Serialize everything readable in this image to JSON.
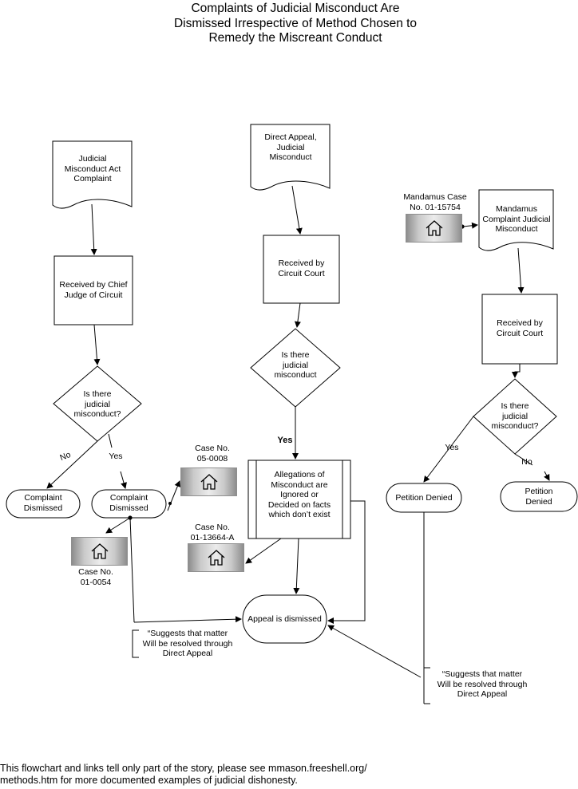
{
  "title": "Complaints of Judicial Misconduct Are\nDismissed Irrespective of Method Chosen to\nRemedy the Miscreant Conduct",
  "left_column": {
    "document": "Judicial\nMisconduct Act\nComplaint",
    "received": "Received by Chief\nJudge of Circuit",
    "decision": "Is there\njudicial\nmisconduct?",
    "no_label": "No",
    "yes_label": "Yes",
    "dismissed_no": "Complaint\nDismissed",
    "dismissed_yes": "Complaint\nDismissed",
    "case_top": "Case No.\n05-0008",
    "case_bottom": "Case No.\n01-0054",
    "suggestion": "“Suggests that matter\nWill be resolved through\nDirect Appeal"
  },
  "middle_column": {
    "document": "Direct Appeal,\nJudicial\nMisconduct",
    "received": "Received by\nCircuit Court",
    "decision": "Is there\njudicial\nmisconduct",
    "yes_label": "Yes",
    "process": "Allegations of\nMisconduct are\nIgnored or\nDecided on facts\nwhich don’t exist",
    "case": "Case No.\n01-13664-A",
    "appeal_dismissed": "Appeal is dismissed"
  },
  "right_column": {
    "case": "Mandamus Case\nNo. 01-15754",
    "document": "Mandamus\nComplaint Judicial\nMisconduct",
    "received": "Received by\nCircuit Court",
    "decision": "Is there\njudicial\nmisconduct?",
    "yes_label": "Yes",
    "no_label": "No",
    "petition_yes": "Petition Denied",
    "petition_no": "Petition\nDenied",
    "suggestion": "“Suggests that matter\nWill be resolved through\nDirect Appeal"
  },
  "icons": {
    "link_button": "home-icon"
  },
  "footer": "This flowchart and links tell only part of the story, please see mmason.freeshell.org/\nmethods.htm for more documented examples of judicial dishonesty."
}
